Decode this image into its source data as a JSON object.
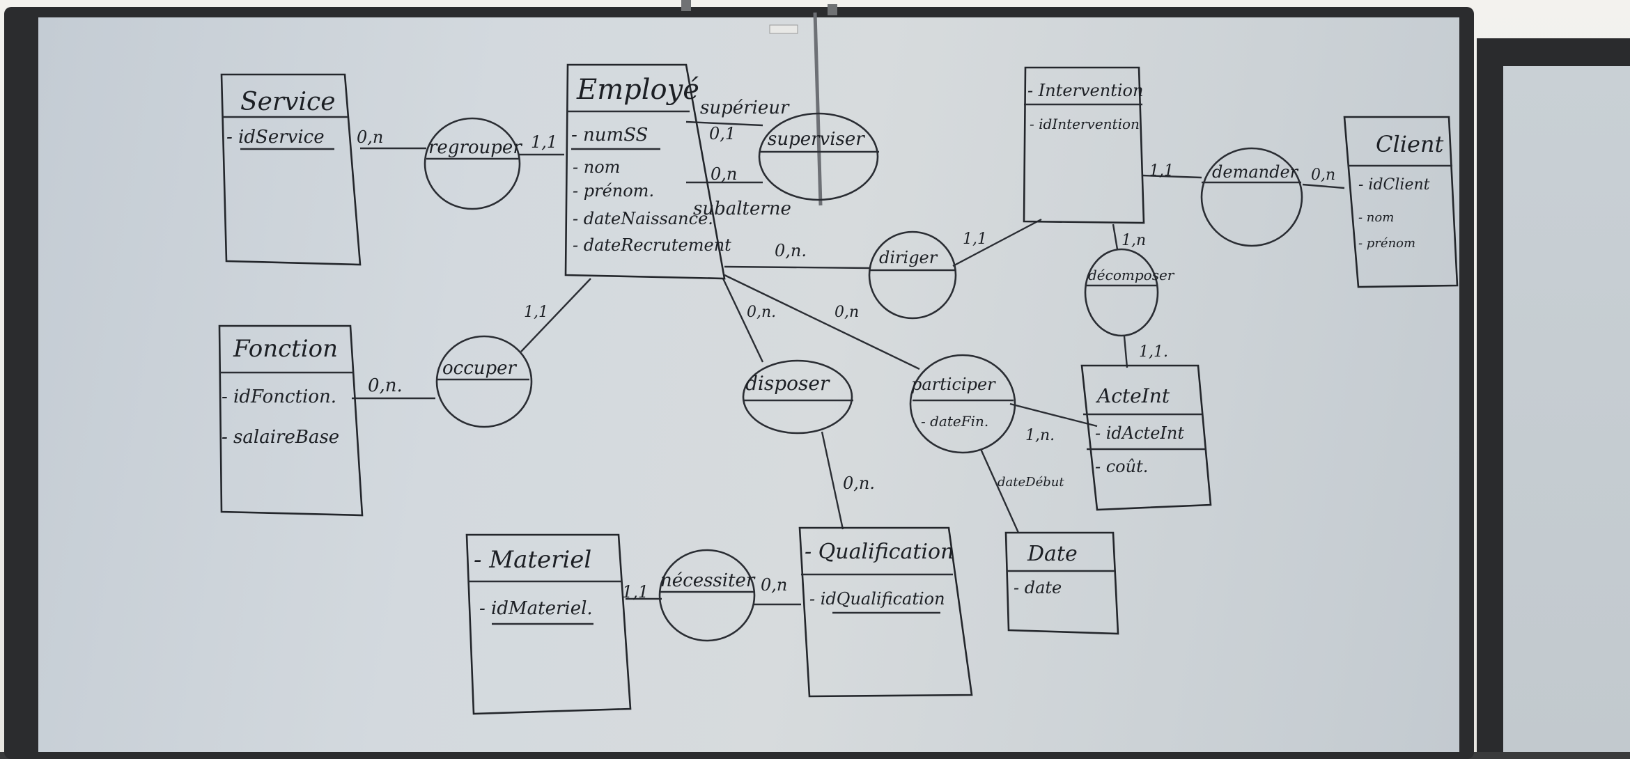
{
  "entities": [
    {
      "id": "service",
      "title": "Service",
      "attrs": [
        "- idService"
      ]
    },
    {
      "id": "employe",
      "title": "Employé",
      "attrs": [
        "- numSS",
        "- nom",
        "- prénom.",
        "- dateNaissance.",
        "- dateRecrutement"
      ]
    },
    {
      "id": "intervention",
      "title": "- Intervention",
      "attrs": [
        "- idIntervention"
      ]
    },
    {
      "id": "client",
      "title": "Client",
      "attrs": [
        "- idClient",
        "- nom",
        "- prénom"
      ]
    },
    {
      "id": "fonction",
      "title": "Fonction",
      "attrs": [
        "- idFonction.",
        "- salaireBase"
      ]
    },
    {
      "id": "acte",
      "title": "ActeInt",
      "attrs": [
        "- idActeInt",
        "- coût."
      ]
    },
    {
      "id": "materiel",
      "title": "- Materiel",
      "attrs": [
        "- idMateriel."
      ]
    },
    {
      "id": "qualification",
      "title": "- Qualification",
      "attrs": [
        "- idQualification"
      ]
    },
    {
      "id": "date",
      "title": "Date",
      "attrs": [
        "- date"
      ]
    }
  ],
  "associations": [
    {
      "id": "regrouper",
      "label": "regrouper",
      "attr": ""
    },
    {
      "id": "superviser",
      "label": "superviser",
      "attr": ""
    },
    {
      "id": "diriger",
      "label": "diriger",
      "attr": ""
    },
    {
      "id": "demander",
      "label": "demander",
      "attr": ""
    },
    {
      "id": "decomposer",
      "label": "décomposer",
      "attr": ""
    },
    {
      "id": "occuper",
      "label": "occuper",
      "attr": ""
    },
    {
      "id": "disposer",
      "label": "disposer",
      "attr": ""
    },
    {
      "id": "participer",
      "label": "participer",
      "attr": "- dateFin."
    },
    {
      "id": "necessiter",
      "label": "nécessiter",
      "attr": ""
    }
  ],
  "cardinalities": {
    "service_regrouper": "0,n",
    "regrouper_employe": "1,1",
    "superviser_top": "0,1",
    "superviser_bottom": "0,n",
    "employe_diriger": "0,n.",
    "diriger_intervention": "1,1",
    "intervention_demander": "1,1",
    "demander_client": "0,n",
    "intervention_decomposer": "1,n",
    "decomposer_acte": "1,1.",
    "fonction_occuper": "0,n.",
    "occuper_employe": "1,1",
    "employe_disposer": "0,n.",
    "disposer_qualification": "0,n.",
    "employe_participer": "0,n",
    "participer_acte": "1,n.",
    "materiel_necessiter": "1,1",
    "necessiter_qualification": "0,n"
  },
  "roles": {
    "superieur": "supérieur",
    "subalterne": "subalterne"
  },
  "link_labels": {
    "participer_date": "dateDébut"
  }
}
